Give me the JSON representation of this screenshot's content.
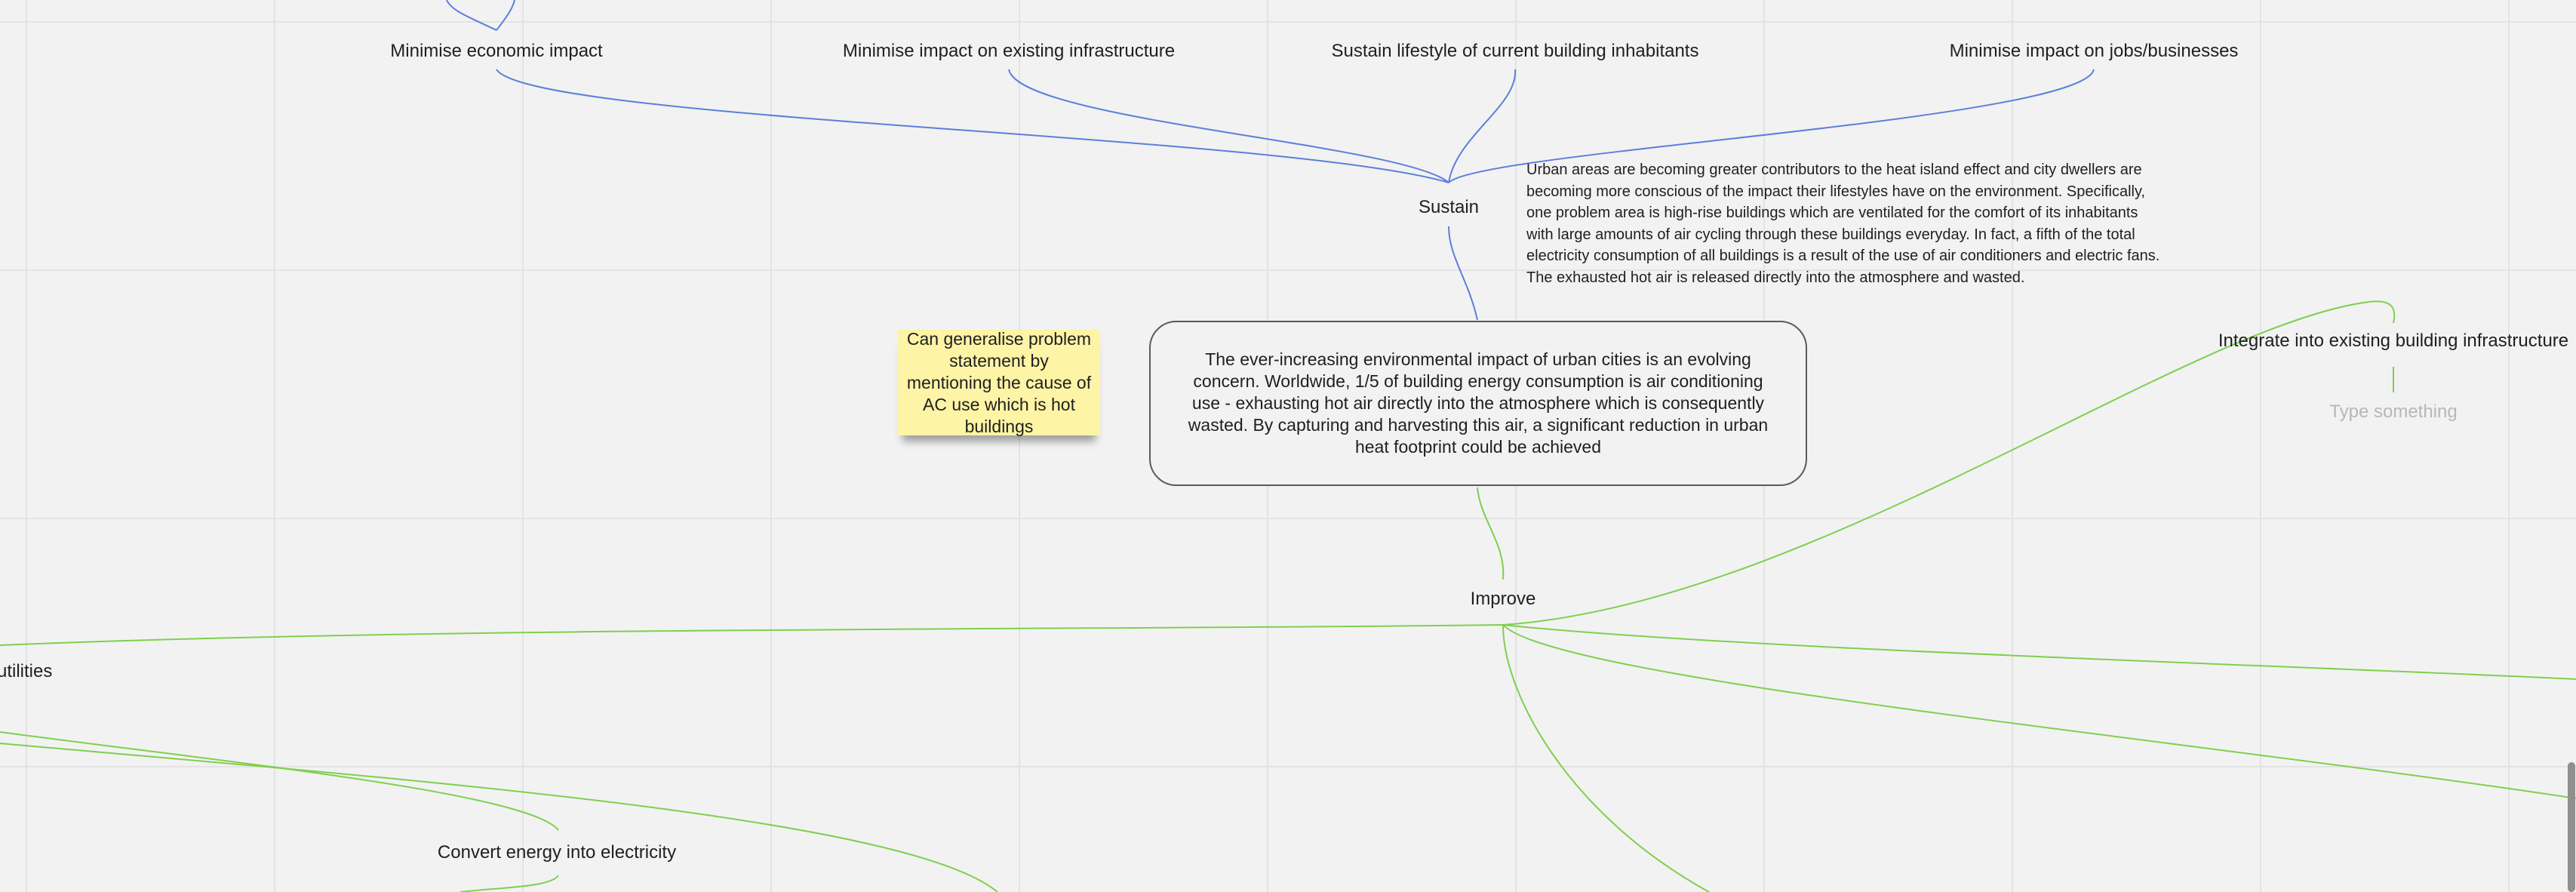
{
  "colors": {
    "background": "#f2f2f2",
    "grid": "#e3e3e3",
    "sustain_branch": "#5b7fdb",
    "improve_branch": "#7fcf4e",
    "sticky_note": "#fdf4a6",
    "root_border": "#5a5a5a"
  },
  "root": {
    "text": "The ever-increasing environmental impact of urban cities is an evolving concern. Worldwide, 1/5 of building energy consumption is air conditioning use - exhausting hot air directly into the atmosphere which is consequently wasted. By capturing and harvesting this air, a significant reduction in urban heat footprint could be achieved"
  },
  "sticky_note": {
    "text": "Can generalise problem statement by mentioning the cause of AC use which is hot buildings"
  },
  "description": {
    "text": "Urban areas are becoming greater contributors to the heat island effect and city dwellers are becoming more conscious of the impact their lifestyles have on the environment. Specifically, one problem area is high-rise buildings which are ventilated for the comfort of its inhabitants with large amounts of air cycling through these buildings everyday. In fact, a fifth of the total electricity consumption of all buildings is a result of the use of air conditioners and electric fans. The exhausted hot air is released directly into the atmosphere and wasted."
  },
  "nodes": {
    "sustain": "Sustain",
    "improve": "Improve",
    "minimise_economic": "Minimise economic impact",
    "minimise_infrastructure": "Minimise impact on existing infrastructure",
    "sustain_lifestyle": "Sustain lifestyle of current building inhabitants",
    "minimise_jobs": "Minimise impact on jobs/businesses",
    "integrate_infrastructure": "Integrate into existing building infrastructure",
    "type_something": "Type something",
    "utilities": "utilities",
    "convert_energy": "Convert energy into electricity"
  }
}
